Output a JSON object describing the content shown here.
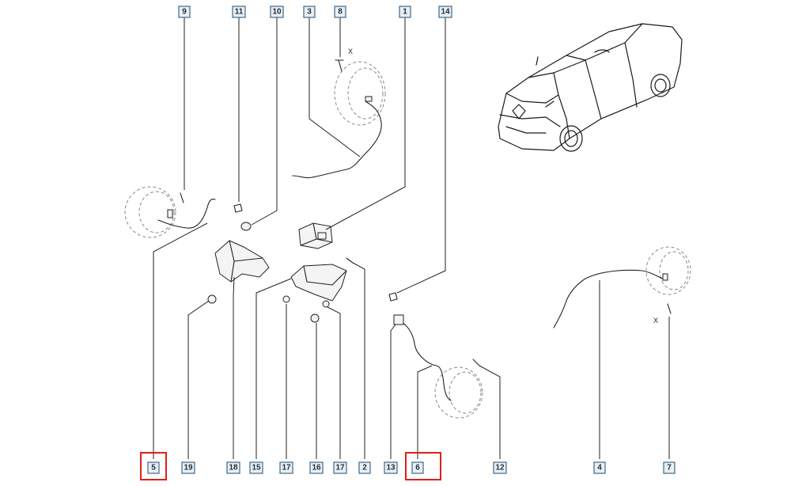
{
  "callouts": [
    {
      "id": "c9",
      "label": "9",
      "highlight": false
    },
    {
      "id": "c11",
      "label": "11",
      "highlight": false
    },
    {
      "id": "c10",
      "label": "10",
      "highlight": false
    },
    {
      "id": "c3",
      "label": "3",
      "highlight": false
    },
    {
      "id": "c8",
      "label": "8",
      "highlight": false
    },
    {
      "id": "c1",
      "label": "1",
      "highlight": false
    },
    {
      "id": "c14",
      "label": "14",
      "highlight": false
    },
    {
      "id": "c5",
      "label": "5",
      "highlight": true
    },
    {
      "id": "c19",
      "label": "19",
      "highlight": false
    },
    {
      "id": "c18",
      "label": "18",
      "highlight": false
    },
    {
      "id": "c15",
      "label": "15",
      "highlight": false
    },
    {
      "id": "c17a",
      "label": "17",
      "highlight": false
    },
    {
      "id": "c16",
      "label": "16",
      "highlight": false
    },
    {
      "id": "c17b",
      "label": "17",
      "highlight": false
    },
    {
      "id": "c2",
      "label": "2",
      "highlight": false
    },
    {
      "id": "c13",
      "label": "13",
      "highlight": false
    },
    {
      "id": "c6",
      "label": "6",
      "highlight": true
    },
    {
      "id": "c12",
      "label": "12",
      "highlight": false
    },
    {
      "id": "c4",
      "label": "4",
      "highlight": false
    },
    {
      "id": "c7",
      "label": "7",
      "highlight": false
    }
  ],
  "marks": {
    "x_top": "X",
    "x_right": "X"
  },
  "colors": {
    "callout_fill": "#e9eef3",
    "callout_border": "#3e6a8a",
    "highlight": "#e0201b"
  }
}
